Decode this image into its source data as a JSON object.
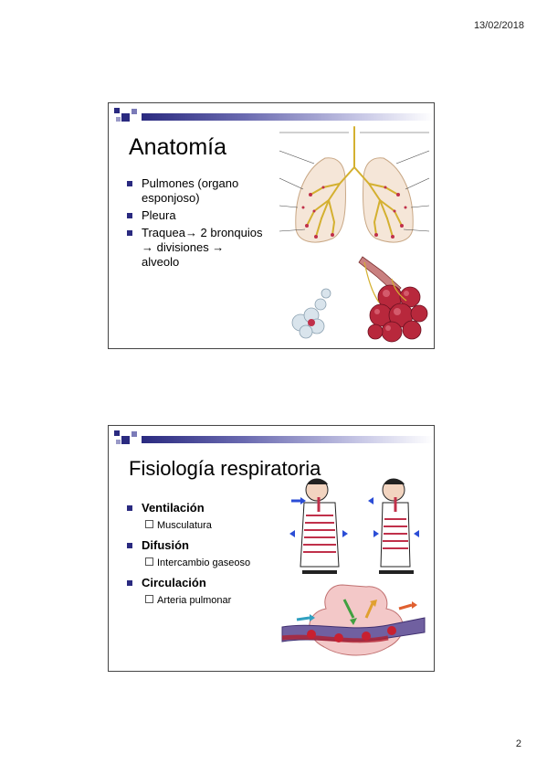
{
  "header": {
    "date": "13/02/2018"
  },
  "footer": {
    "page": "2"
  },
  "slides": [
    {
      "title": "Anatomía",
      "bullets": [
        "Pulmones (organo esponjoso)",
        "Pleura",
        "Traquea→ 2 bronquios → divisiones → alveolo"
      ]
    },
    {
      "title": "Fisiología respiratoria",
      "bullets": [
        {
          "label": "Ventilación",
          "sub": "Musculatura"
        },
        {
          "label": "Difusión",
          "sub": "Intercambio gaseoso"
        },
        {
          "label": "Circulación",
          "sub": "Arteria pulmonar"
        }
      ]
    }
  ],
  "colors": {
    "accent": "#2a2a80",
    "lung_tree": "#d4b030",
    "alveoli": "#c0304a"
  }
}
